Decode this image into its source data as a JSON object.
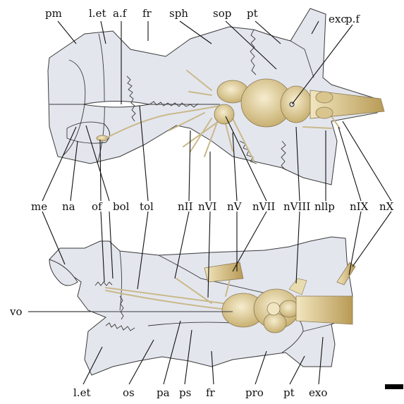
{
  "labels_top": {
    "pm": "pm",
    "let": "l.et",
    "af": "a.f",
    "fr": "fr",
    "sph": "sph",
    "sop": "sop",
    "pt": "pt",
    "exc": "exc",
    "pf": "p.f"
  },
  "labels_mid": {
    "me": "me",
    "na": "na",
    "of": "of",
    "bol": "bol",
    "tol": "tol",
    "nII": "nII",
    "nVI": "nVI",
    "nV": "nV",
    "nVII": "nVII",
    "nVIII": "nVIII",
    "nllp": "nllp",
    "nIX": "nIX",
    "nX": "nX"
  },
  "labels_bottom": {
    "vo": "vo",
    "let": "l.et",
    "os": "os",
    "pa": "pa",
    "ps": "ps",
    "fr": "fr",
    "pro": "pro",
    "pt": "pt",
    "exo": "exo"
  },
  "colors": {
    "bone": "#e4e6ee",
    "brain_light": "#f3e8c4",
    "brain_dark": "#cdb77a",
    "line": "#111111",
    "scale_bar": "#000000"
  }
}
